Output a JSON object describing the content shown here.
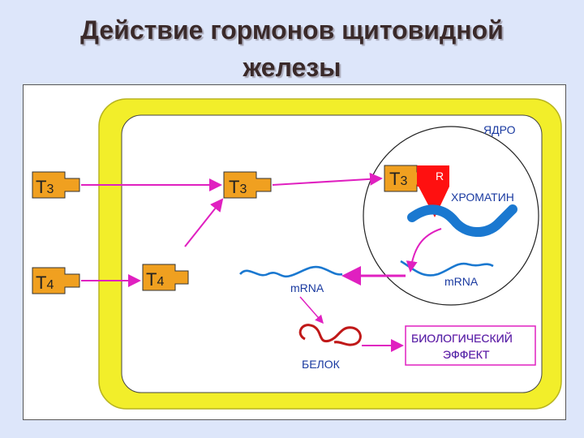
{
  "title": {
    "line1": "Действие гормонов щитовидной",
    "line2": "железы"
  },
  "labels": {
    "nucleus": "ЯДРО",
    "chromatin": "ХРОМАТИН",
    "receptor": "R",
    "mrna_nucleus": "mRNA",
    "mrna_cytoplasm": "mRNA",
    "protein": "БЕЛОК",
    "effect_line1": "БИОЛОГИЧЕСКИЙ",
    "effect_line2": "ЭФФЕКТ"
  },
  "hormones": {
    "t3_letter": "T",
    "t3_sub": "3",
    "t4_letter": "T",
    "t4_sub": "4"
  },
  "colors": {
    "background": "#dde6fa",
    "cell_membrane": "#f2ee2a",
    "hormone_block": "#f0a020",
    "arrow": "#e020c0",
    "receptor": "#ff1010",
    "dna": "#1a78d0",
    "protein": "#c01818",
    "label_text": "#1a3aa0"
  }
}
